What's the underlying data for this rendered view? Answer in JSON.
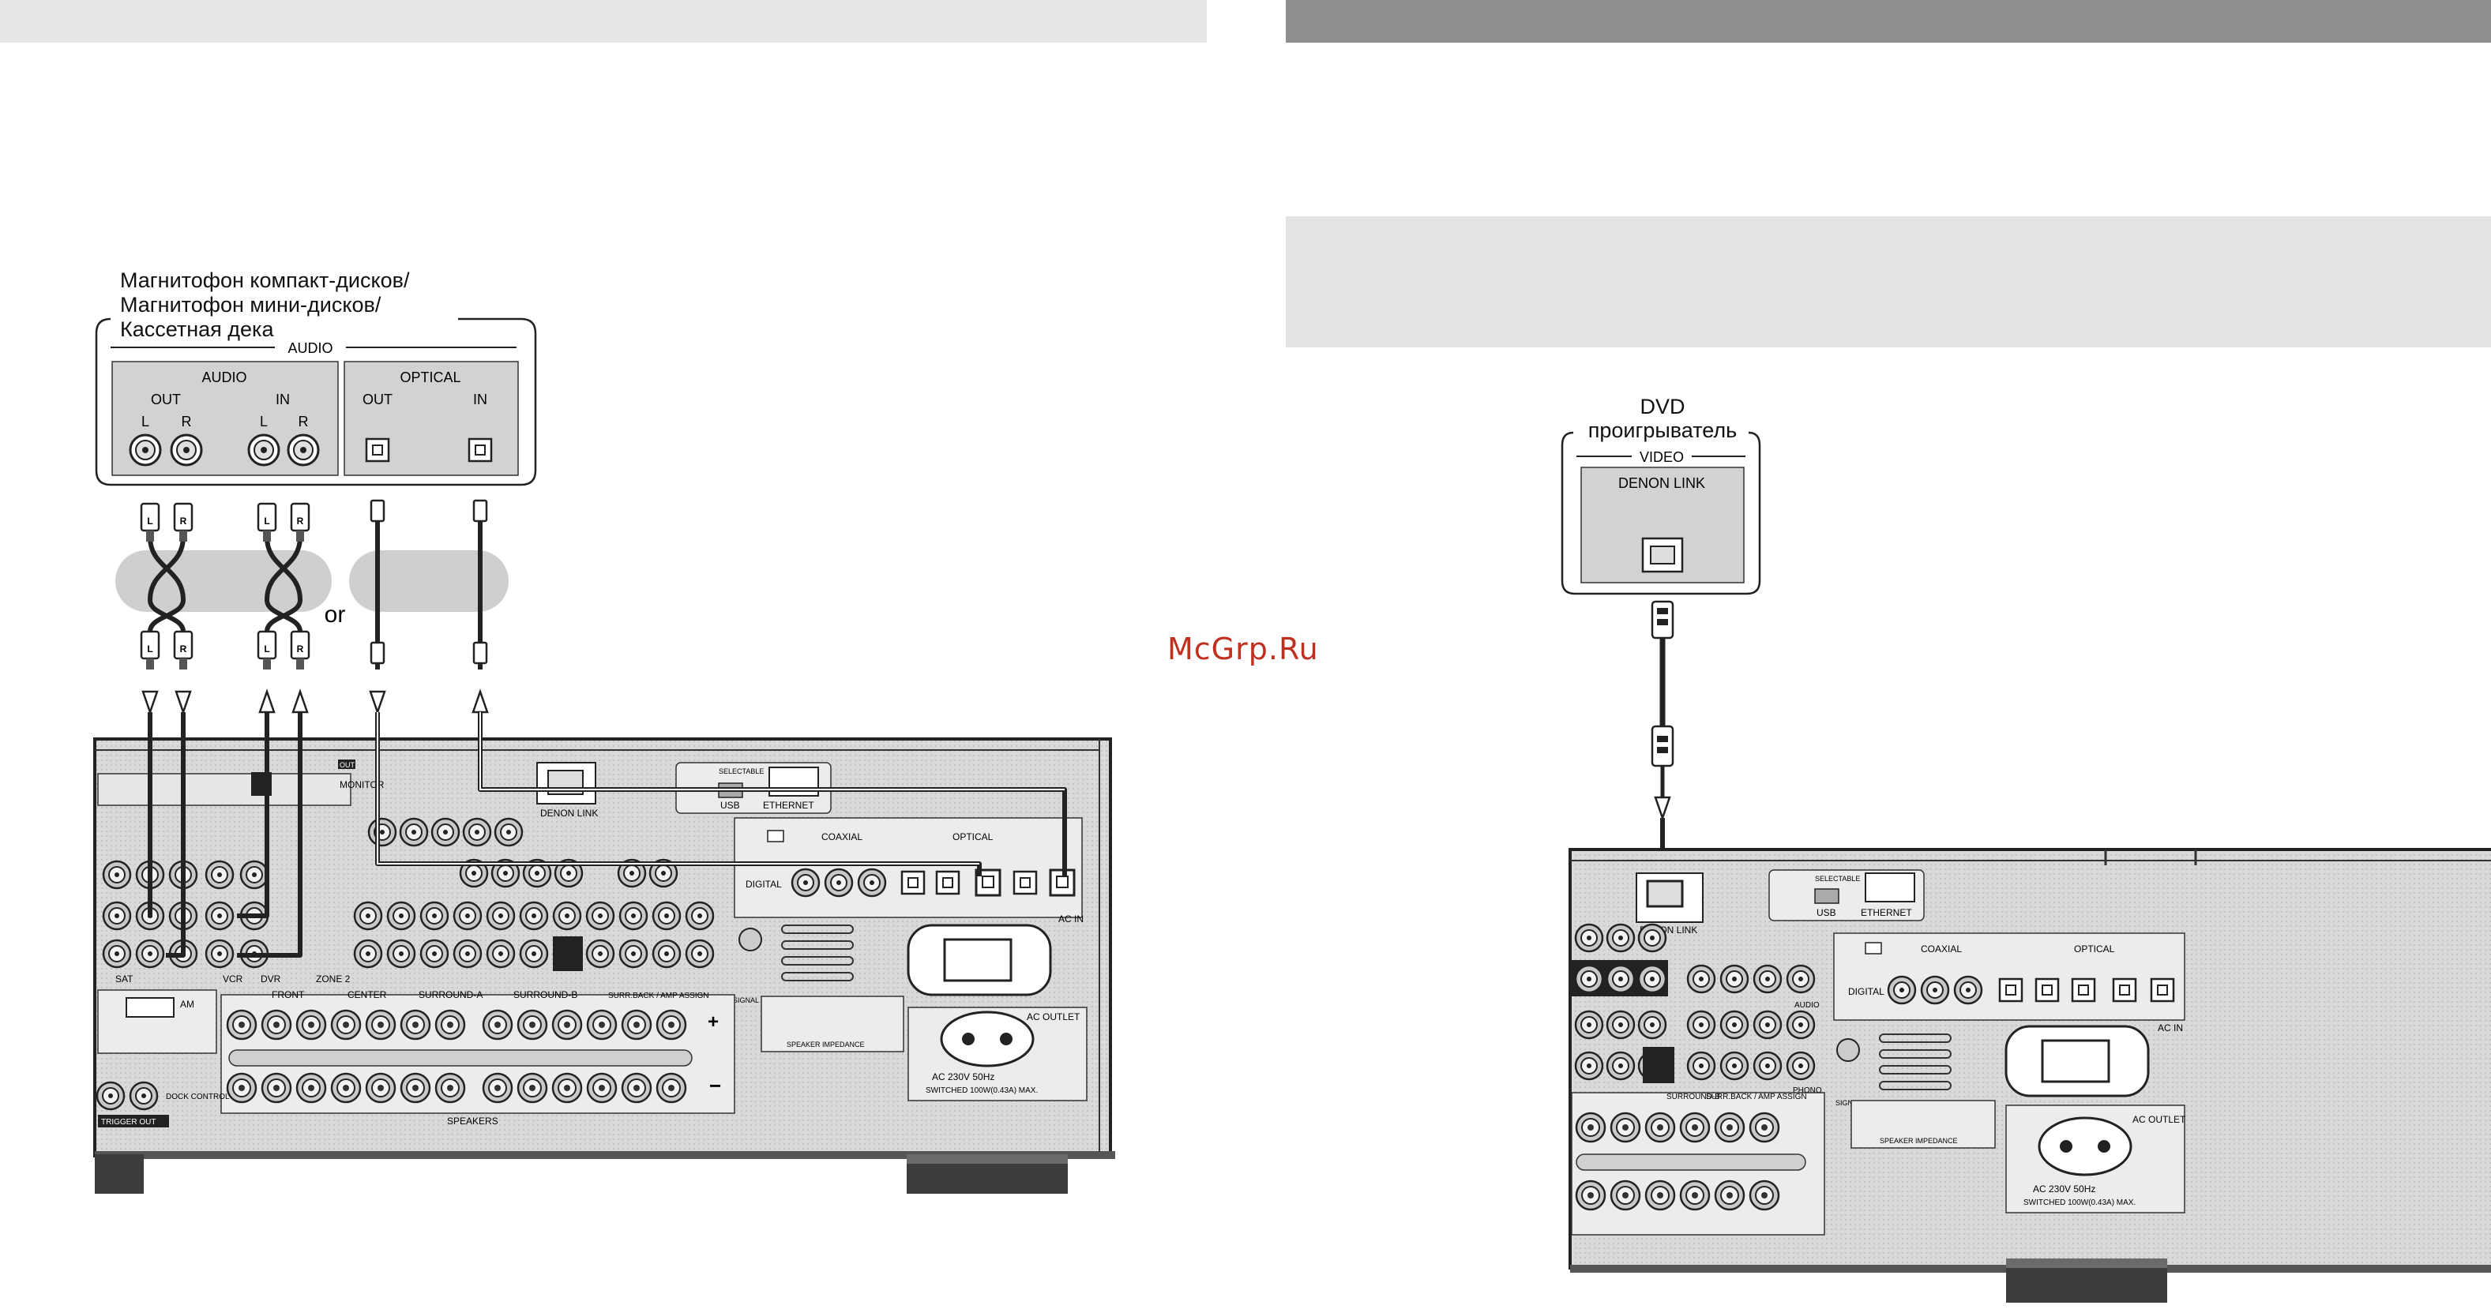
{
  "watermark": "McGrp.Ru",
  "left": {
    "device_title_lines": [
      "Магнитофон компакт-дисков/",
      "Магнитофон мини-дисков/",
      "Кассетная дека"
    ],
    "audio_header": "AUDIO",
    "audio_group": "AUDIO",
    "optical_group": "OPTICAL",
    "out": "OUT",
    "in": "IN",
    "l": "L",
    "r": "R",
    "or": "or",
    "receiver": {
      "monitor": "MONITOR",
      "out_badge": "OUT",
      "denon_link": "DENON LINK",
      "selectable": "SELECTABLE",
      "usb": "USB",
      "ethernet": "ETHERNET",
      "coaxial": "COAXIAL",
      "optical": "OPTICAL",
      "digital": "DIGITAL",
      "ac_in": "AC IN",
      "ac_outlet": "AC OUTLET",
      "ac_spec": "AC 230V   50Hz",
      "switched": "SWITCHED 100W(0.43A) MAX.",
      "front": "FRONT",
      "center": "CENTER",
      "surround_a": "SURROUND-A",
      "surround_b": "SURROUND-B",
      "surr_back": "SURR.BACK / AMP ASSIGN",
      "speakers": "SPEAKERS",
      "speaker_impedance": "SPEAKER IMPEDANCE",
      "am": "AM",
      "trigger_out": "TRIGGER OUT",
      "dock_control": "DOCK CONTROL",
      "signal_gnd": "SIGNAL GND",
      "vcr": "VCR",
      "sat": "SAT",
      "dvr": "DVR",
      "zone2": "ZONE 2"
    }
  },
  "right": {
    "device_title_lines": [
      "DVD",
      "проигрыватель"
    ],
    "video_header": "VIDEO",
    "denon_link": "DENON LINK",
    "receiver": {
      "denon_link": "DENON LINK",
      "selectable": "SELECTABLE",
      "usb": "USB",
      "ethernet": "ETHERNET",
      "coaxial": "COAXIAL",
      "optical": "OPTICAL",
      "digital": "DIGITAL",
      "ac_in": "AC IN",
      "ac_outlet": "AC OUTLET",
      "ac_spec": "AC 230V   50Hz",
      "switched": "SWITCHED 100W(0.43A) MAX.",
      "speaker_impedance": "SPEAKER IMPEDANCE",
      "surround_b": "SURROUND-B",
      "surr_back": "SURR.BACK / AMP ASSIGN",
      "signal_gnd": "SIGNAL GND",
      "phono": "PHONO",
      "audio": "AUDIO"
    }
  }
}
